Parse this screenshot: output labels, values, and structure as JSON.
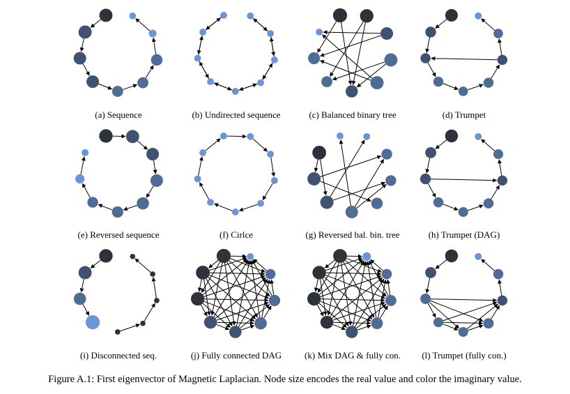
{
  "figure": {
    "caption": "Figure A.1: First eigenvector of Magnetic Laplacian. Node size encodes the real value and color the imaginary value.",
    "colors": {
      "dark": "#2e323b",
      "mid": "#3f5371",
      "steel": "#4e6c95",
      "light": "#6a96d6",
      "edge": "#000000"
    },
    "panels": [
      {
        "id": "a",
        "label": "(a) Sequence",
        "nodes": [
          {
            "r": 0.44,
            "c": "light"
          },
          {
            "r": 0.5,
            "c": "light"
          },
          {
            "r": 0.75,
            "c": "steel"
          },
          {
            "r": 0.72,
            "c": "steel"
          },
          {
            "r": 0.72,
            "c": "steel"
          },
          {
            "r": 0.82,
            "c": "mid"
          },
          {
            "r": 0.82,
            "c": "mid"
          },
          {
            "r": 0.86,
            "c": "mid"
          },
          {
            "r": 0.86,
            "c": "dark"
          }
        ],
        "edges": [
          [
            8,
            7
          ],
          [
            7,
            6
          ],
          [
            6,
            5
          ],
          [
            5,
            4
          ],
          [
            4,
            3
          ],
          [
            3,
            2
          ],
          [
            2,
            1
          ],
          [
            1,
            0
          ]
        ]
      },
      {
        "id": "b",
        "label": "(b) Undirected sequence",
        "nodes": [
          {
            "r": 0.45,
            "c": "light"
          },
          {
            "r": 0.45,
            "c": "light"
          },
          {
            "r": 0.45,
            "c": "light"
          },
          {
            "r": 0.45,
            "c": "light"
          },
          {
            "r": 0.45,
            "c": "light"
          },
          {
            "r": 0.45,
            "c": "light"
          },
          {
            "r": 0.45,
            "c": "light"
          },
          {
            "r": 0.45,
            "c": "light"
          },
          {
            "r": 0.45,
            "c": "light"
          }
        ],
        "edges": [
          [
            0,
            1
          ],
          [
            1,
            0
          ],
          [
            1,
            2
          ],
          [
            2,
            1
          ],
          [
            2,
            3
          ],
          [
            3,
            2
          ],
          [
            3,
            4
          ],
          [
            4,
            3
          ],
          [
            4,
            5
          ],
          [
            5,
            4
          ],
          [
            5,
            6
          ],
          [
            6,
            5
          ],
          [
            6,
            7
          ],
          [
            7,
            6
          ],
          [
            7,
            8
          ],
          [
            8,
            7
          ]
        ]
      },
      {
        "id": "c",
        "label": "(c) Balanced binary tree",
        "nodes": [
          {
            "r": 0.88,
            "c": "dark"
          },
          {
            "r": 0.82,
            "c": "mid"
          },
          {
            "r": 0.86,
            "c": "steel"
          },
          {
            "r": 0.86,
            "c": "steel"
          },
          {
            "r": 0.8,
            "c": "mid"
          },
          {
            "r": 0.72,
            "c": "steel"
          },
          {
            "r": 0.78,
            "c": "steel"
          },
          {
            "r": 0.45,
            "c": "light"
          },
          {
            "r": 0.92,
            "c": "dark"
          }
        ],
        "edges": [
          [
            0,
            4
          ],
          [
            0,
            5
          ],
          [
            1,
            6
          ],
          [
            1,
            7
          ],
          [
            2,
            4
          ],
          [
            2,
            5
          ],
          [
            3,
            6
          ],
          [
            3,
            7
          ],
          [
            8,
            6
          ],
          [
            8,
            4
          ]
        ]
      },
      {
        "id": "d",
        "label": "(d) Trumpet",
        "nodes": [
          {
            "r": 0.45,
            "c": "light"
          },
          {
            "r": 0.62,
            "c": "steel"
          },
          {
            "r": 0.66,
            "c": "mid"
          },
          {
            "r": 0.66,
            "c": "steel"
          },
          {
            "r": 0.62,
            "c": "steel"
          },
          {
            "r": 0.66,
            "c": "steel"
          },
          {
            "r": 0.66,
            "c": "mid"
          },
          {
            "r": 0.7,
            "c": "mid"
          },
          {
            "r": 0.82,
            "c": "dark"
          }
        ],
        "edges": [
          [
            8,
            7
          ],
          [
            7,
            6
          ],
          [
            6,
            5
          ],
          [
            5,
            4
          ],
          [
            4,
            3
          ],
          [
            3,
            2
          ],
          [
            2,
            1
          ],
          [
            1,
            0
          ],
          [
            2,
            6
          ]
        ]
      },
      {
        "id": "e",
        "label": "(e) Reversed sequence",
        "nodes": [
          {
            "r": 0.86,
            "c": "mid"
          },
          {
            "r": 0.82,
            "c": "mid"
          },
          {
            "r": 0.82,
            "c": "steel"
          },
          {
            "r": 0.8,
            "c": "steel"
          },
          {
            "r": 0.74,
            "c": "steel"
          },
          {
            "r": 0.7,
            "c": "steel"
          },
          {
            "r": 0.6,
            "c": "light"
          },
          {
            "r": 0.46,
            "c": "light"
          },
          {
            "r": 0.88,
            "c": "dark"
          }
        ],
        "edges": [
          [
            8,
            0
          ],
          [
            0,
            1
          ],
          [
            1,
            2
          ],
          [
            2,
            3
          ],
          [
            3,
            4
          ],
          [
            4,
            5
          ],
          [
            5,
            6
          ],
          [
            6,
            7
          ]
        ]
      },
      {
        "id": "f",
        "label": "(f) Cirlce",
        "nodes": [
          {
            "r": 0.45,
            "c": "light"
          },
          {
            "r": 0.45,
            "c": "light"
          },
          {
            "r": 0.45,
            "c": "light"
          },
          {
            "r": 0.45,
            "c": "light"
          },
          {
            "r": 0.45,
            "c": "light"
          },
          {
            "r": 0.45,
            "c": "light"
          },
          {
            "r": 0.45,
            "c": "light"
          },
          {
            "r": 0.45,
            "c": "light"
          },
          {
            "r": 0.45,
            "c": "light"
          }
        ],
        "edges": [
          [
            0,
            1
          ],
          [
            1,
            2
          ],
          [
            2,
            3
          ],
          [
            3,
            4
          ],
          [
            4,
            5
          ],
          [
            5,
            6
          ],
          [
            6,
            7
          ],
          [
            7,
            8
          ],
          [
            8,
            0
          ]
        ]
      },
      {
        "id": "g",
        "label": "(g) Reversed bal. bin. tree",
        "nodes": [
          {
            "r": 0.45,
            "c": "light"
          },
          {
            "r": 0.7,
            "c": "steel"
          },
          {
            "r": 0.7,
            "c": "steel"
          },
          {
            "r": 0.75,
            "c": "steel"
          },
          {
            "r": 0.82,
            "c": "steel"
          },
          {
            "r": 0.86,
            "c": "mid"
          },
          {
            "r": 0.86,
            "c": "mid"
          },
          {
            "r": 0.9,
            "c": "dark"
          },
          {
            "r": 0.45,
            "c": "light"
          }
        ],
        "edges": [
          [
            7,
            6
          ],
          [
            7,
            5
          ],
          [
            6,
            1
          ],
          [
            6,
            3
          ],
          [
            5,
            2
          ],
          [
            4,
            2
          ],
          [
            4,
            8
          ],
          [
            5,
            0
          ],
          [
            4,
            1
          ]
        ]
      },
      {
        "id": "h",
        "label": "(h) Trumpet (DAG)",
        "nodes": [
          {
            "r": 0.45,
            "c": "light"
          },
          {
            "r": 0.64,
            "c": "steel"
          },
          {
            "r": 0.66,
            "c": "mid"
          },
          {
            "r": 0.66,
            "c": "steel"
          },
          {
            "r": 0.64,
            "c": "steel"
          },
          {
            "r": 0.66,
            "c": "steel"
          },
          {
            "r": 0.7,
            "c": "mid"
          },
          {
            "r": 0.72,
            "c": "mid"
          },
          {
            "r": 0.84,
            "c": "dark"
          }
        ],
        "edges": [
          [
            8,
            7
          ],
          [
            7,
            6
          ],
          [
            6,
            5
          ],
          [
            5,
            4
          ],
          [
            4,
            3
          ],
          [
            3,
            2
          ],
          [
            2,
            1
          ],
          [
            1,
            0
          ],
          [
            6,
            2
          ]
        ]
      },
      {
        "id": "i",
        "label": "(i) Disconnected seq.",
        "nodes": [
          {
            "r": 0.35,
            "c": "dark"
          },
          {
            "r": 0.35,
            "c": "dark"
          },
          {
            "r": 0.35,
            "c": "dark"
          },
          {
            "r": 0.35,
            "c": "dark"
          },
          {
            "r": 0.35,
            "c": "dark"
          },
          {
            "r": 0.92,
            "c": "light"
          },
          {
            "r": 0.8,
            "c": "steel"
          },
          {
            "r": 0.86,
            "c": "mid"
          },
          {
            "r": 0.88,
            "c": "dark"
          }
        ],
        "edges": [
          [
            8,
            7
          ],
          [
            7,
            6
          ],
          [
            6,
            5
          ],
          [
            4,
            3
          ],
          [
            3,
            2
          ],
          [
            2,
            1
          ],
          [
            1,
            0
          ]
        ]
      },
      {
        "id": "j",
        "label": "(j) Fully connected DAG",
        "nodes": [
          {
            "r": 0.44,
            "c": "light"
          },
          {
            "r": 0.66,
            "c": "steel"
          },
          {
            "r": 0.74,
            "c": "steel"
          },
          {
            "r": 0.8,
            "c": "steel"
          },
          {
            "r": 0.8,
            "c": "mid"
          },
          {
            "r": 0.84,
            "c": "mid"
          },
          {
            "r": 0.88,
            "c": "dark"
          },
          {
            "r": 0.9,
            "c": "dark"
          },
          {
            "r": 0.92,
            "c": "dark"
          }
        ],
        "edges": "fully-connected-dag"
      },
      {
        "id": "k",
        "label": "(k) Mix DAG & fully con.",
        "nodes": [
          {
            "r": 0.55,
            "c": "light"
          },
          {
            "r": 0.66,
            "c": "steel"
          },
          {
            "r": 0.72,
            "c": "steel"
          },
          {
            "r": 0.76,
            "c": "steel"
          },
          {
            "r": 0.8,
            "c": "mid"
          },
          {
            "r": 0.84,
            "c": "dark"
          },
          {
            "r": 0.88,
            "c": "dark"
          },
          {
            "r": 0.88,
            "c": "dark"
          },
          {
            "r": 0.9,
            "c": "dark"
          }
        ],
        "edges": "fully-connected-dag"
      },
      {
        "id": "l",
        "label": "(l) Trumpet (fully con.)",
        "nodes": [
          {
            "r": 0.45,
            "c": "light"
          },
          {
            "r": 0.66,
            "c": "steel"
          },
          {
            "r": 0.66,
            "c": "mid"
          },
          {
            "r": 0.68,
            "c": "steel"
          },
          {
            "r": 0.64,
            "c": "steel"
          },
          {
            "r": 0.64,
            "c": "steel"
          },
          {
            "r": 0.68,
            "c": "steel"
          },
          {
            "r": 0.72,
            "c": "mid"
          },
          {
            "r": 0.84,
            "c": "dark"
          }
        ],
        "edges": "trumpet-fully-connected"
      }
    ]
  }
}
